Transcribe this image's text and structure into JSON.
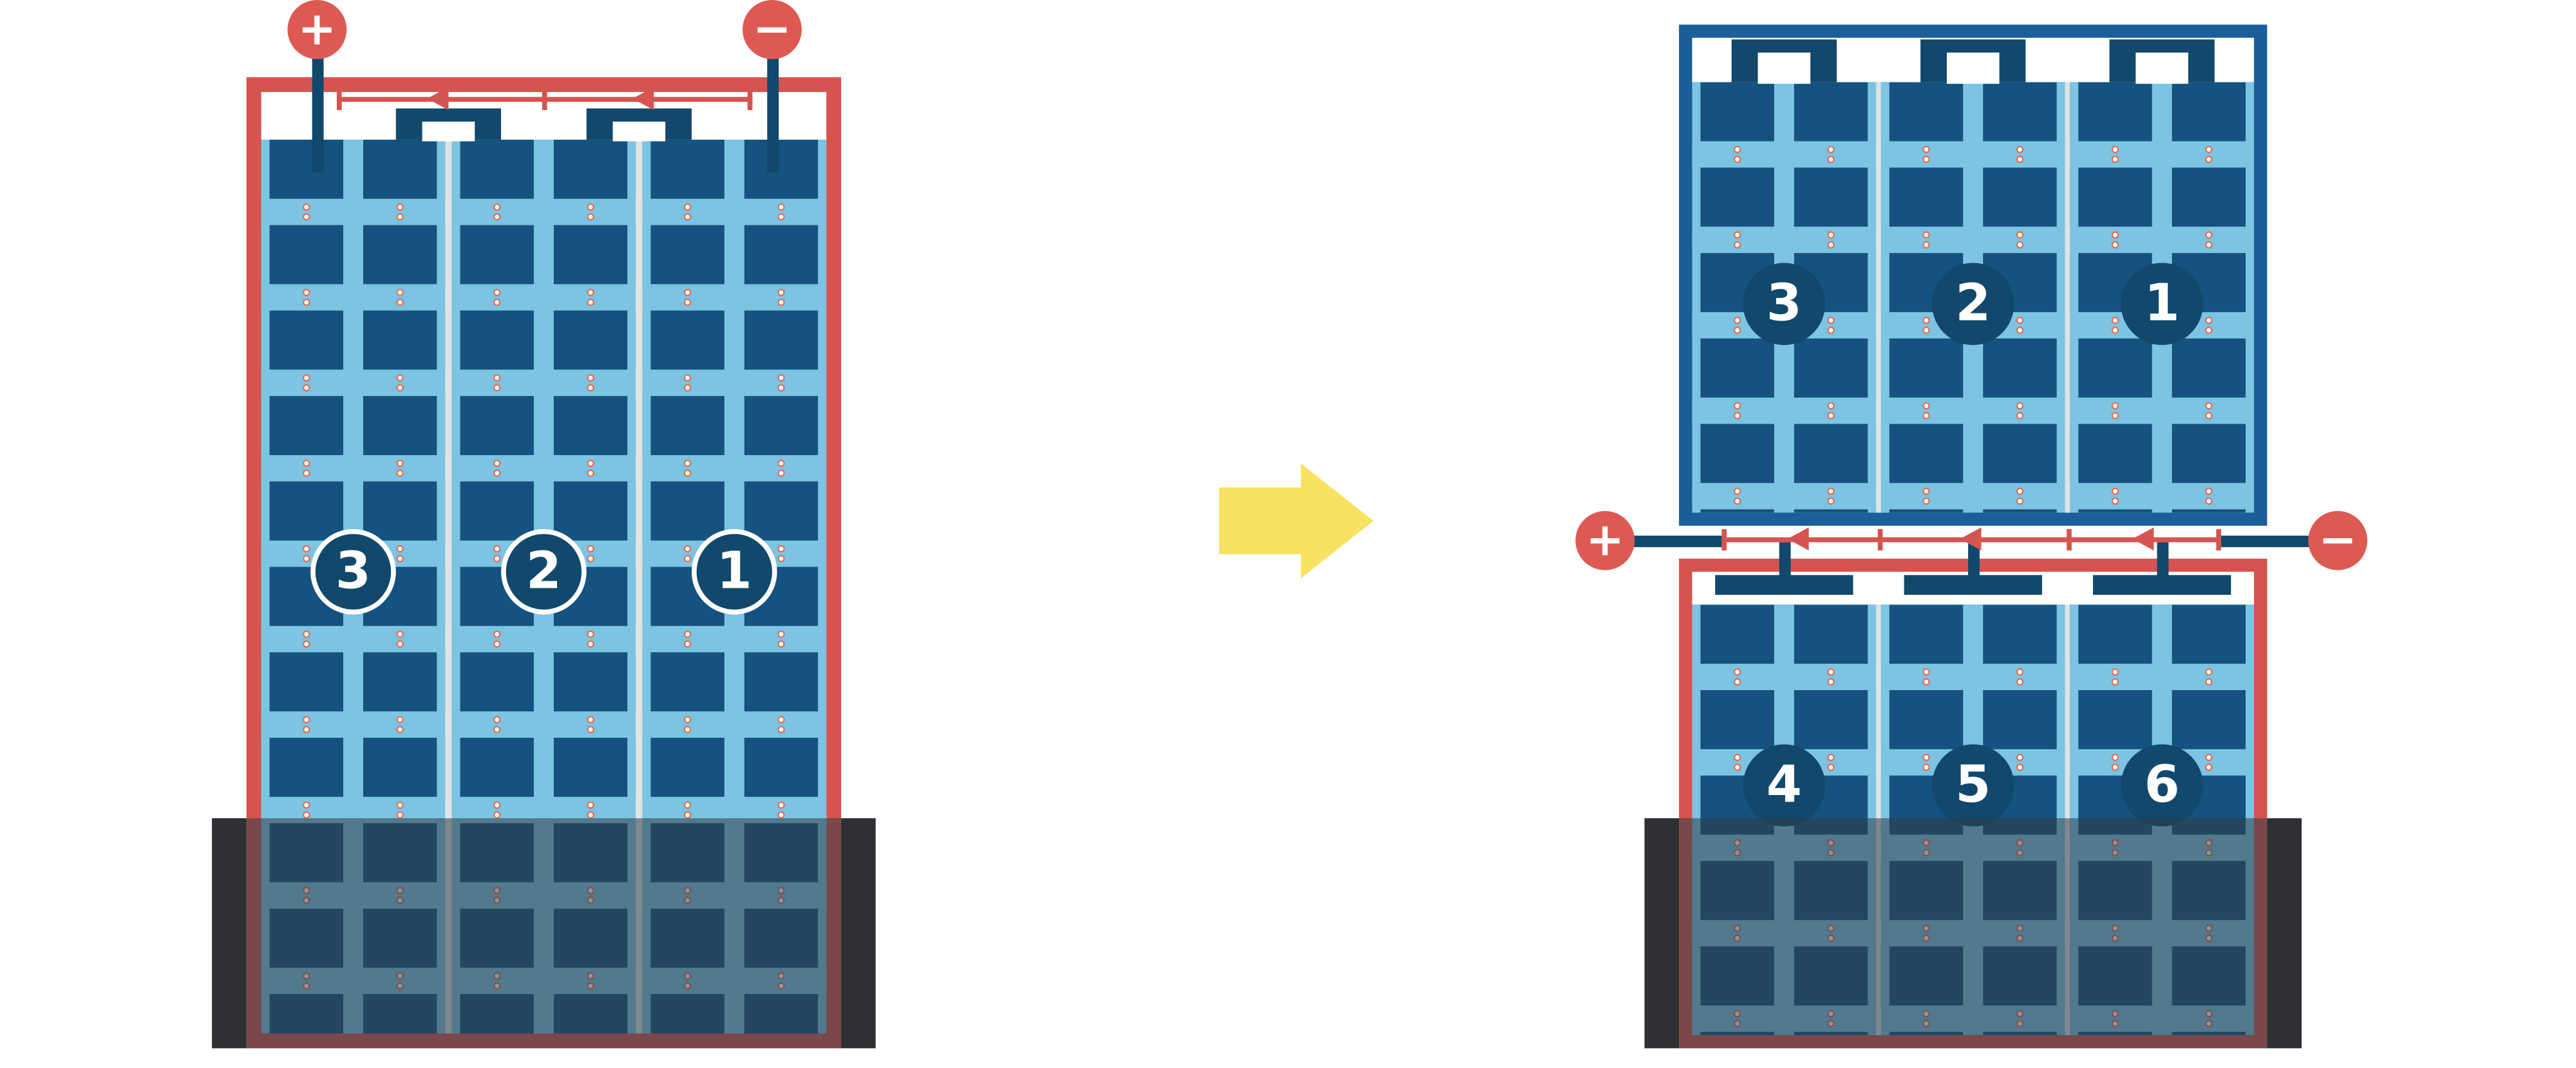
{
  "diagram": {
    "description": "Full-size solar module with three cell strings transformed into a half-cut module with six half strings",
    "left_panel": {
      "terminals": {
        "positive": "+",
        "negative": "−"
      },
      "cell_labels": [
        "3",
        "2",
        "1"
      ]
    },
    "right_panel": {
      "terminals": {
        "positive": "+",
        "negative": "−"
      },
      "top_module": {
        "cell_labels": [
          "3",
          "2",
          "1"
        ]
      },
      "bottom_module": {
        "cell_labels": [
          "4",
          "5",
          "6"
        ]
      }
    },
    "icons": {
      "positive": "plus-icon",
      "negative": "minus-icon",
      "transform": "arrow-right-icon",
      "current_flow": "left-arrowheads"
    },
    "colors": {
      "accent_red": "#d6544f",
      "terminal_red": "#dd5a52",
      "deep_navy": "#11486b",
      "cell_navy": "#15527f",
      "frame_blue": "#1a5f99",
      "light_blue": "#7cc4e2",
      "shade_overlay": "rgba(47,60,72,0.55)",
      "edge_bar_black": "#2e3033",
      "arrow_yellow": "#f7e263"
    }
  }
}
